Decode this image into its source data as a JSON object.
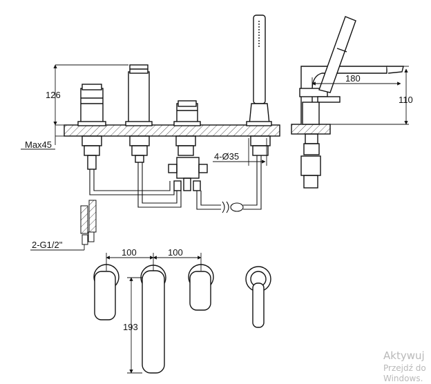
{
  "dimensions": {
    "height_126": "126",
    "max45": "Max45",
    "hole_dia": "4-Ø35",
    "reach_180": "180",
    "height_110": "110",
    "connection": "2-G1/2\"",
    "spacing_left": "100",
    "spacing_right": "100",
    "spout_length": "193"
  },
  "watermark": {
    "line1": "Aktywuj",
    "line2": "Przejdź do",
    "line3": "Windows."
  }
}
